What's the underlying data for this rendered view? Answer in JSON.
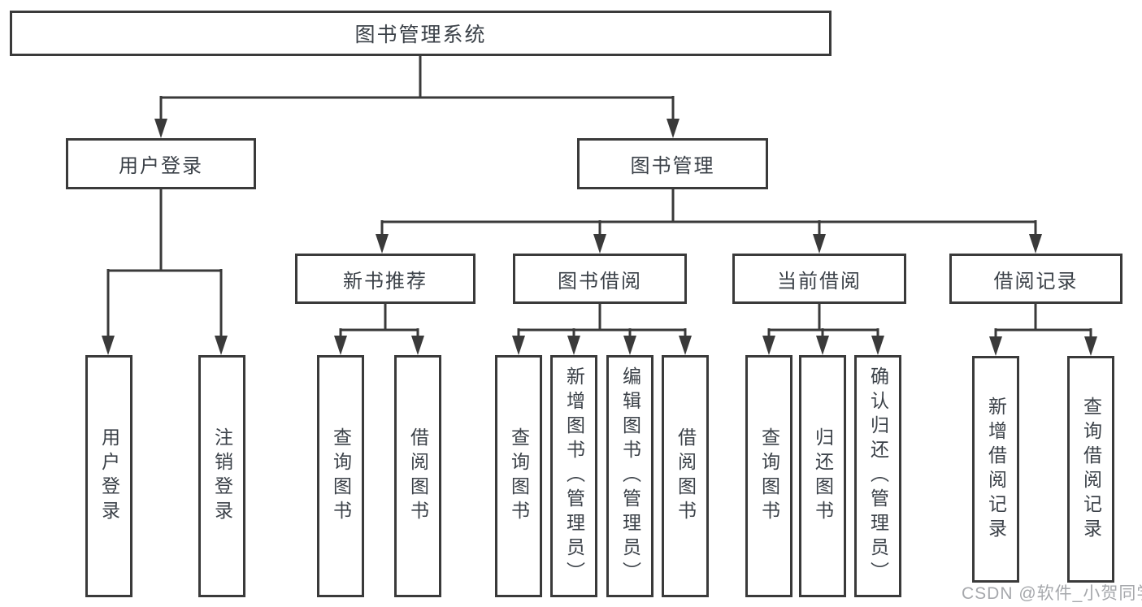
{
  "diagram": {
    "root": {
      "label": "图书管理系统"
    },
    "branches": [
      {
        "label": "用户登录",
        "children": [
          {
            "label": "用户登录"
          },
          {
            "label": "注销登录"
          }
        ]
      },
      {
        "label": "图书管理",
        "children": [
          {
            "label": "新书推荐",
            "children": [
              {
                "label": "查询图书"
              },
              {
                "label": "借阅图书"
              }
            ]
          },
          {
            "label": "图书借阅",
            "children": [
              {
                "label": "查询图书"
              },
              {
                "label": "新增图书（管理员）"
              },
              {
                "label": "编辑图书（管理员）"
              },
              {
                "label": "借阅图书"
              }
            ]
          },
          {
            "label": "当前借阅",
            "children": [
              {
                "label": "查询图书"
              },
              {
                "label": "归还图书"
              },
              {
                "label": "确认归还（管理员）"
              }
            ]
          },
          {
            "label": "借阅记录",
            "children": [
              {
                "label": "新增借阅记录"
              },
              {
                "label": "查询借阅记录"
              }
            ]
          }
        ]
      }
    ]
  },
  "watermark": {
    "text": "CSDN @软件_小贺同学"
  },
  "colors": {
    "line": "#3a3a3a",
    "text": "#3b4148",
    "watermark": "#a6a8ac",
    "background": "#ffffff"
  }
}
